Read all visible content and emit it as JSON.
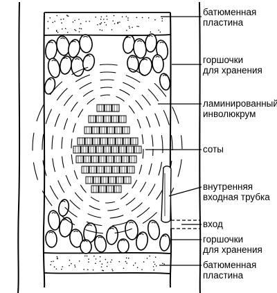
{
  "labels": {
    "top_plate": [
      "батюменная",
      "пластина"
    ],
    "top_pots": [
      "горшочки",
      "для хранения"
    ],
    "involucrum": [
      "ламинированный",
      "инволюкрум"
    ],
    "combs": [
      "соты"
    ],
    "tube": [
      "внутренняя",
      "входная трубка"
    ],
    "entrance": [
      "вход"
    ],
    "bottom_pots": [
      "горшочки",
      "для хранения"
    ],
    "bottom_plate": [
      "батюменная",
      "пластина"
    ]
  },
  "colors": {
    "ink": "#000000",
    "background": "#ffffff"
  }
}
